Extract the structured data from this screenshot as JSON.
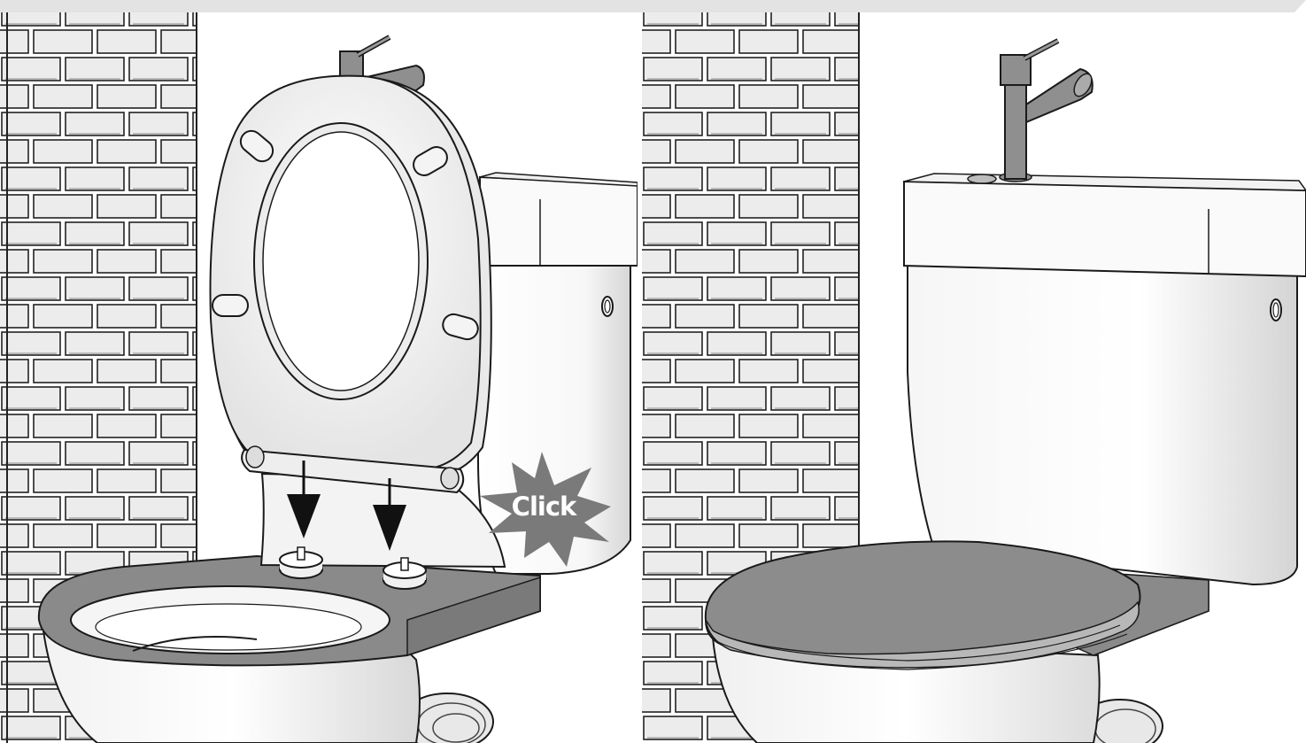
{
  "steps": [
    {
      "state": "seat-up",
      "callout": "Click"
    },
    {
      "state": "seat-down"
    }
  ],
  "colors": {
    "background": "#ffffff",
    "line": "#1a1a1a",
    "brick": "#ededed",
    "ceramic": "#fafafa",
    "ceramic_shade": "#dddddd",
    "seat_grey": "#8a8a8a",
    "faucet_grey": "#909090",
    "arrow": "#111111",
    "starburst": "#777777",
    "topbar": "#e3e3e3"
  },
  "icons": [
    "down-arrow-icon",
    "click-starburst-icon"
  ]
}
